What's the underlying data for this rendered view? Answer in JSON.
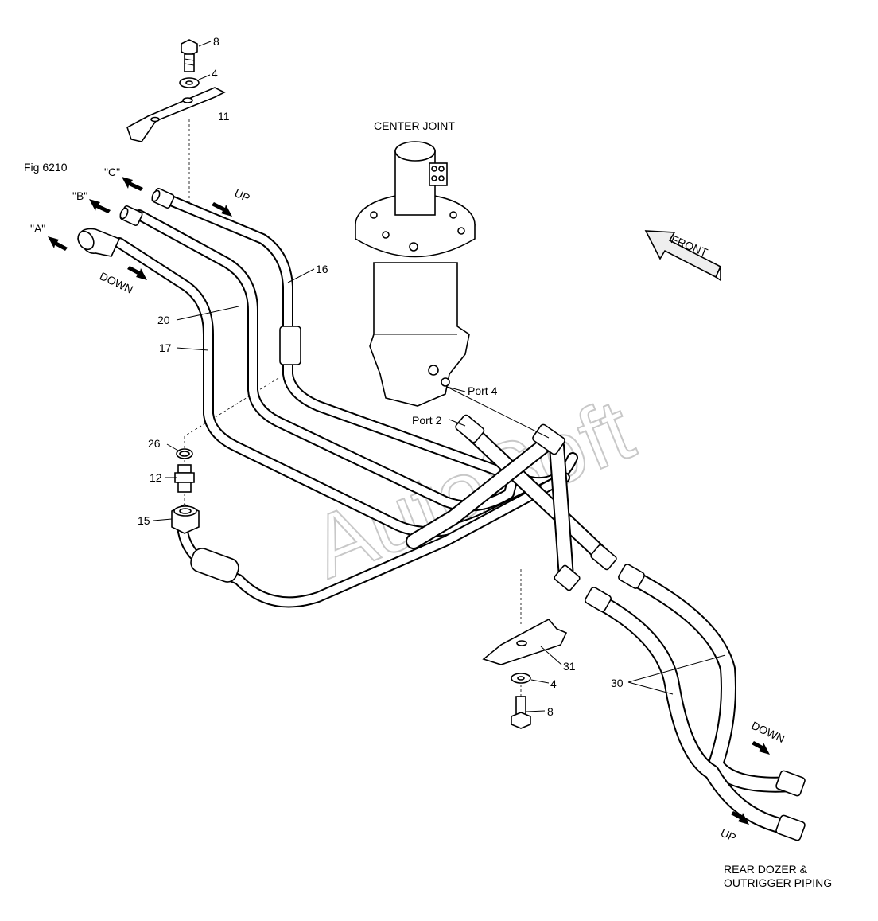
{
  "figure": {
    "id": "Fig 6210",
    "center_joint_label": "CENTER JOINT",
    "front_label": "FRONT",
    "footer_line1": "REAR DOZER &",
    "footer_line2": "OUTRIGGER PIPING",
    "watermark": "AutoSoft"
  },
  "directions": {
    "c": "\"C\"",
    "b": "\"B\"",
    "a": "\"A\"",
    "up_top": "UP",
    "down_left": "DOWN",
    "down_right": "DOWN",
    "up_bottom": "UP"
  },
  "ports": {
    "port4": "Port 4",
    "port2": "Port 2"
  },
  "callouts": {
    "c8_top": "8",
    "c4_top": "4",
    "c11": "11",
    "c16": "16",
    "c20": "20",
    "c17": "17",
    "c26": "26",
    "c12": "12",
    "c15": "15",
    "c31": "31",
    "c4_bottom": "4",
    "c8_bottom": "8",
    "c30": "30"
  }
}
